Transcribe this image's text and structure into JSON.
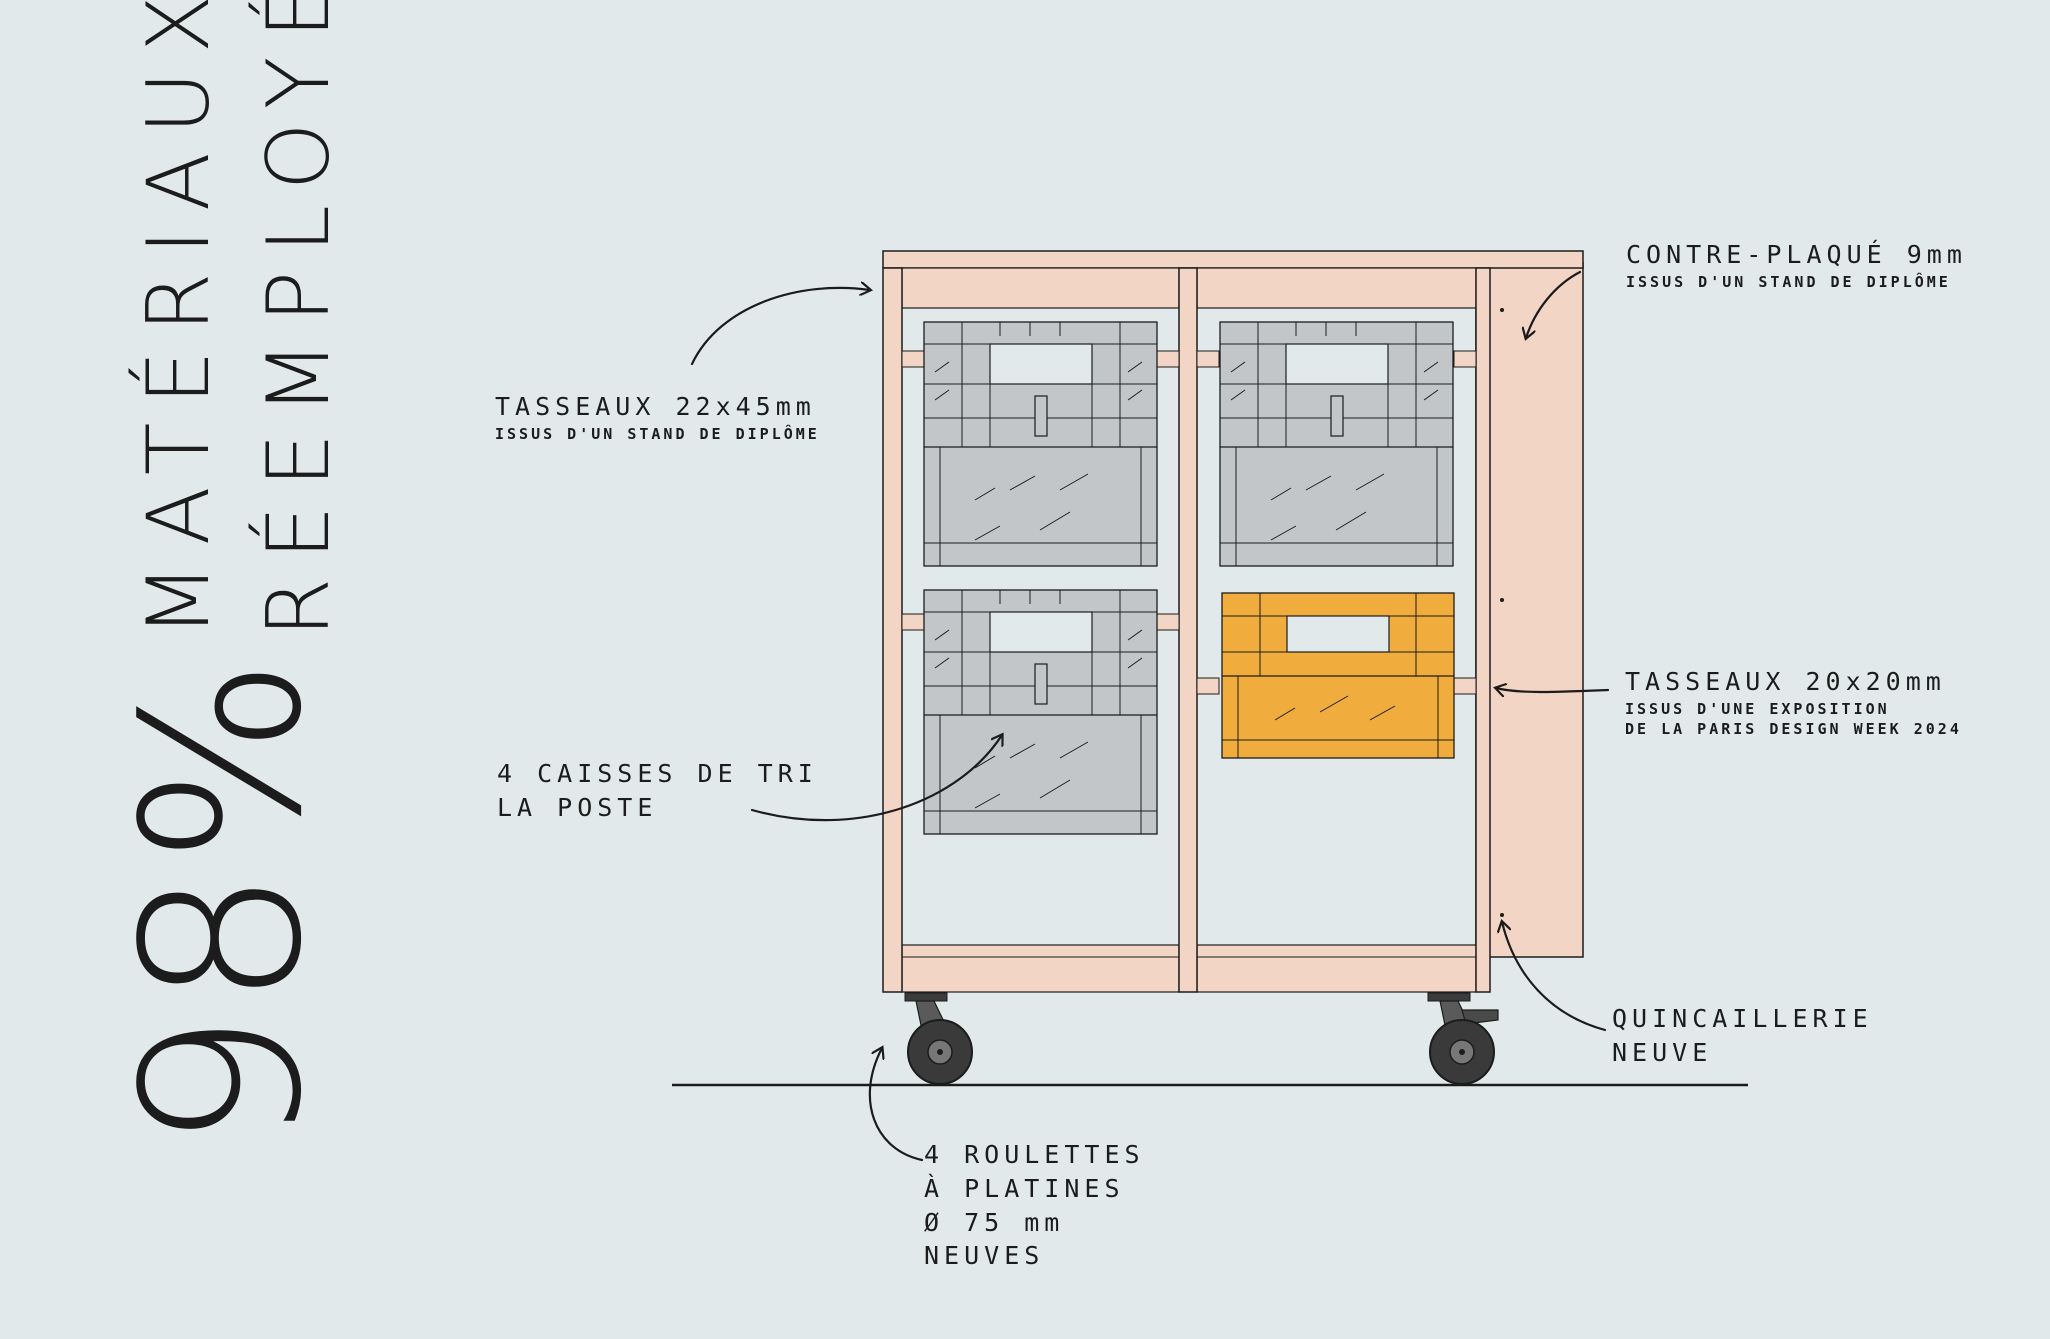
{
  "headline": {
    "percent": "98%",
    "line1": "MATÉRIAUX",
    "line2": "RÉEMPLOYÉS"
  },
  "annotations": {
    "tasseaux_top": {
      "main": "TASSEAUX  22x45mm",
      "sub": "ISSUS D'UN  STAND DE DIPLÔME"
    },
    "contreplaque": {
      "main": "CONTRE-PLAQUÉ  9mm",
      "sub": "ISSUS D'UN  STAND DE DIPLÔME"
    },
    "tasseaux_mid": {
      "main": "TASSEAUX  20x20mm",
      "sub1": "ISSUS D'UNE  EXPOSITION",
      "sub2": "DE LA PARIS DESIGN WEEK 2024"
    },
    "caisses": {
      "line1": "4 CAISSES DE TRI",
      "line2": "LA POSTE"
    },
    "quincaillerie": {
      "line1": "QUINCAILLERIE",
      "line2": "NEUVE"
    },
    "roulettes": {
      "line1": "4 ROULETTES",
      "line2": "À PLATINES",
      "line3": "Ø 75 mm",
      "line4": "NEUVES"
    }
  },
  "colors": {
    "background": "#e1e9ea",
    "wood": "#f2d5c5",
    "crate_grey": "#c2c6c9",
    "crate_yellow": "#f1ac3e",
    "ink": "#1c1c1c"
  }
}
